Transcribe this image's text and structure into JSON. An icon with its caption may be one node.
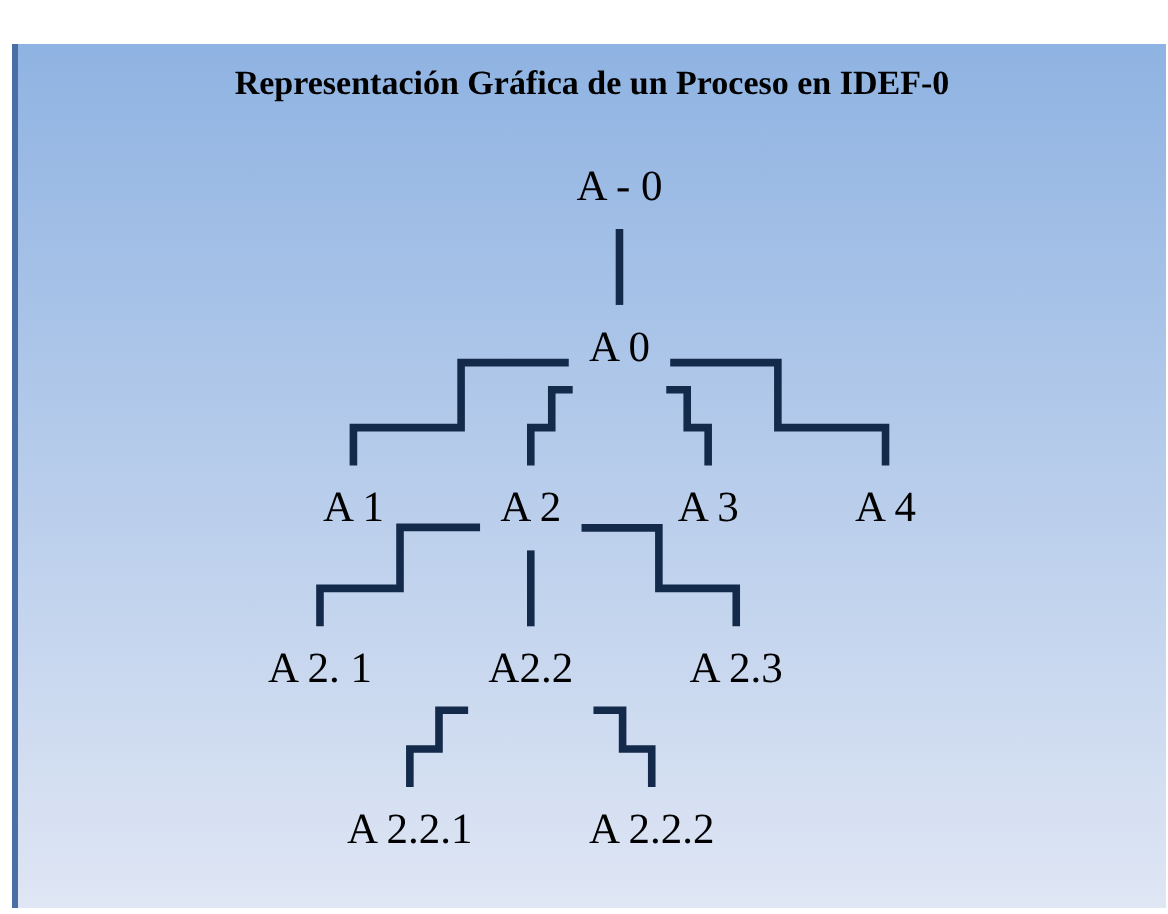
{
  "diagram": {
    "title": "Representación Gráfica de un Proceso en IDEF-0",
    "nodes": [
      {
        "text": [
          "A - 0"
        ]
      },
      {
        "text": [
          "A 0"
        ]
      },
      {
        "text": [
          "A 1"
        ]
      },
      {
        "text": [
          "A 2"
        ]
      },
      {
        "text": [
          "A 3"
        ]
      },
      {
        "text": [
          "A 4"
        ]
      },
      {
        "text": [
          "A 2. 1"
        ]
      },
      {
        "text": [
          "A2.2"
        ]
      },
      {
        "text": [
          "A 2.3"
        ]
      },
      {
        "text": [
          "A 2.2.1"
        ]
      },
      {
        "text": [
          "A 2.2.2"
        ]
      }
    ],
    "edges": [
      {
        "from": 0,
        "to": 1,
        "arrow": "none"
      },
      {
        "from": 1,
        "to": 2,
        "arrow": "none"
      },
      {
        "from": 1,
        "to": 3,
        "arrow": "none"
      },
      {
        "from": 1,
        "to": 4,
        "arrow": "none"
      },
      {
        "from": 1,
        "to": 5,
        "arrow": "none"
      },
      {
        "from": 3,
        "to": 6,
        "arrow": "none"
      },
      {
        "from": 3,
        "to": 7,
        "arrow": "none"
      },
      {
        "from": 3,
        "to": 8,
        "arrow": "none"
      },
      {
        "from": 7,
        "to": 9,
        "arrow": "none"
      },
      {
        "from": 7,
        "to": 10,
        "arrow": "none"
      }
    ]
  }
}
